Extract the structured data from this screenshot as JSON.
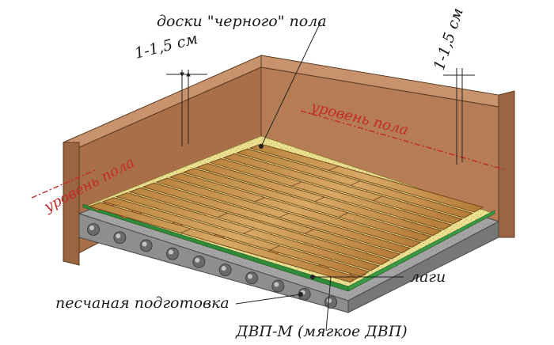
{
  "labels": {
    "boards": "доски \"черного\" пола",
    "gap_left": "1-1,5 см",
    "gap_right": "1-1,5 см",
    "floor_level_left": "уровень пола",
    "floor_level_right": "уровень пола",
    "joists": "лаги",
    "sand_bed": "песчаная подготовка",
    "fiberboard": "ДВП-М (мягкое ДВП)"
  },
  "colors": {
    "brick": "#b57c55",
    "brick_dark": "#8c5a38",
    "board": "#c8954f",
    "board_dark": "#8a5a26",
    "slab": "#9d9d9d",
    "slab_dark": "#6f6f6f",
    "sand": "#e9df8a",
    "level_line": "#c42a2a"
  }
}
